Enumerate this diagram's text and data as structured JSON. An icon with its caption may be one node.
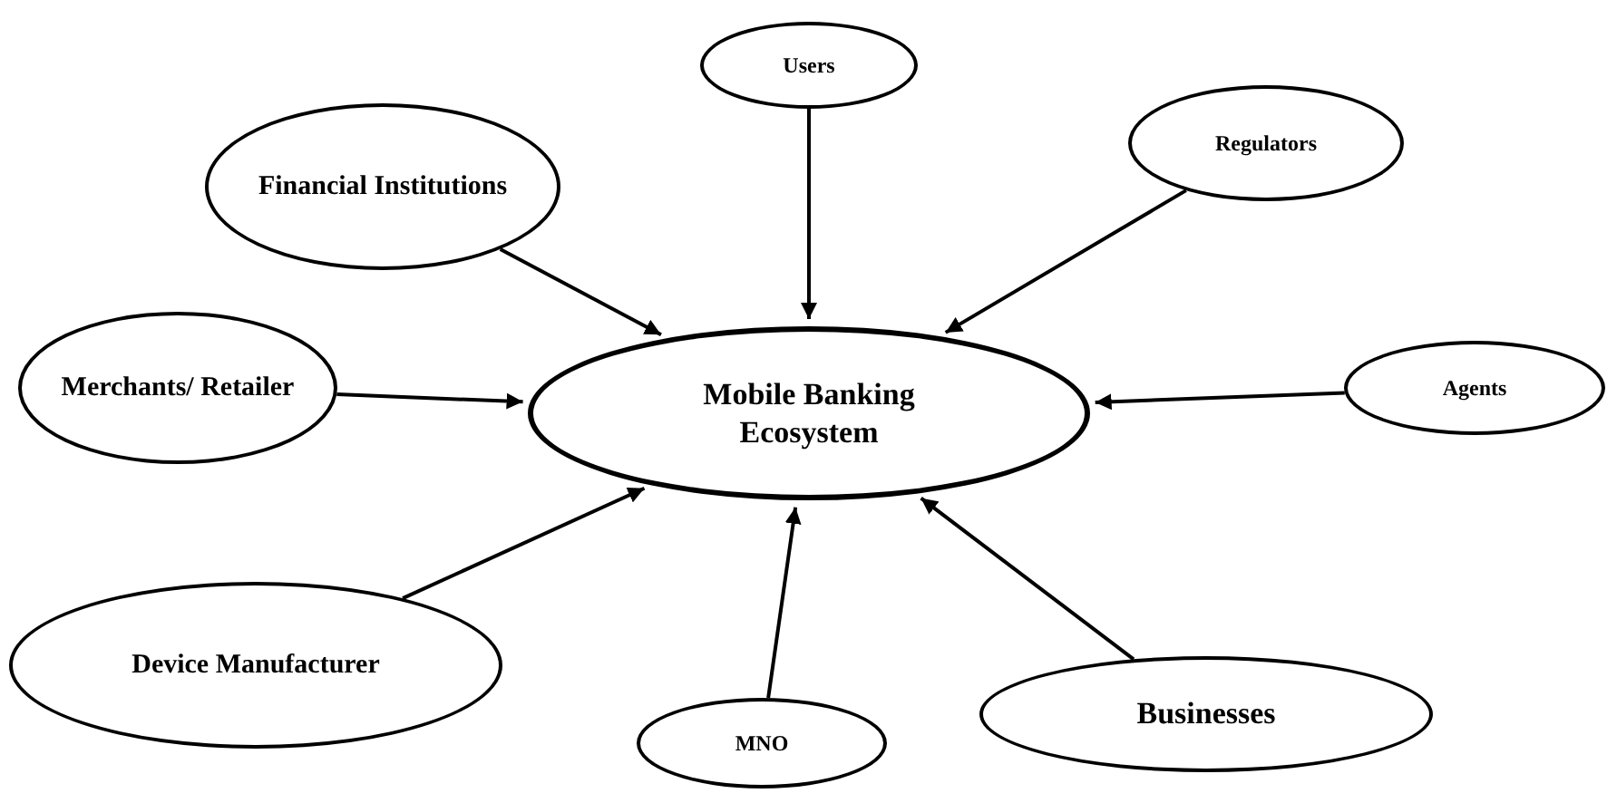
{
  "diagram": {
    "nodes": [
      {
        "text": [
          "Mobile Banking Ecosystem"
        ]
      },
      {
        "text": [
          "Users"
        ]
      },
      {
        "text": [
          "Financial Institutions"
        ]
      },
      {
        "text": [
          "Regulators"
        ]
      },
      {
        "text": [
          "Merchants/ Retailer"
        ]
      },
      {
        "text": [
          "Agents"
        ]
      },
      {
        "text": [
          "Device Manufacturer"
        ]
      },
      {
        "text": [
          "MNO"
        ]
      },
      {
        "text": [
          "Businesses"
        ]
      }
    ],
    "edges": [
      {
        "from": 1,
        "to": 0,
        "arrow": "to"
      },
      {
        "from": 2,
        "to": 0,
        "arrow": "to"
      },
      {
        "from": 3,
        "to": 0,
        "arrow": "to"
      },
      {
        "from": 4,
        "to": 0,
        "arrow": "to"
      },
      {
        "from": 5,
        "to": 0,
        "arrow": "to"
      },
      {
        "from": 6,
        "to": 0,
        "arrow": "to"
      },
      {
        "from": 7,
        "to": 0,
        "arrow": "to"
      },
      {
        "from": 8,
        "to": 0,
        "arrow": "to"
      }
    ]
  }
}
